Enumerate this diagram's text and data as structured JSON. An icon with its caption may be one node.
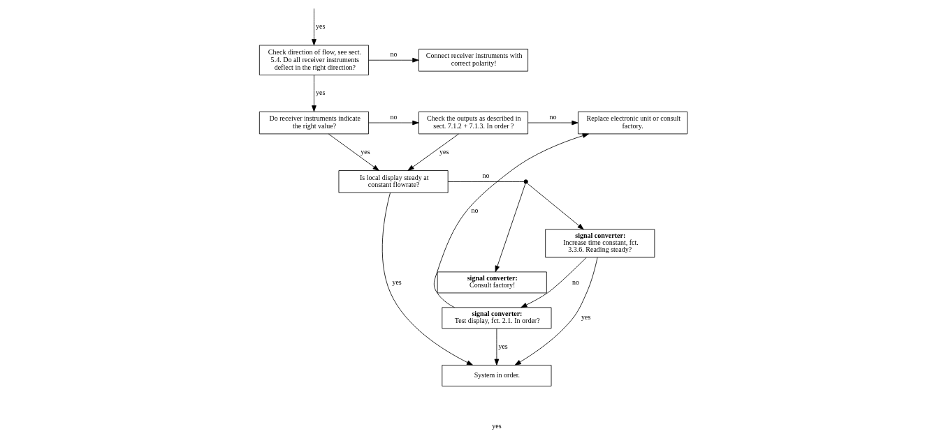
{
  "diagram": {
    "nodes": [
      {
        "text": [
          "Check direction of flow, see sect. 5.4. Do all receiver instruments deflect in the right direction?"
        ]
      },
      {
        "text": [
          "Connect receiver instruments with correct polarity!"
        ]
      },
      {
        "text": [
          "signal converter:",
          "Consult factory!"
        ]
      },
      {
        "text": [
          "Do receiver instruments indicate the right value?"
        ]
      },
      {
        "text": [
          "Check the outputs as described in sect. 7.1.2 + 7.1.3. In order ?"
        ]
      },
      {
        "text": [
          "Replace electronic unit or consult factory."
        ]
      },
      {
        "text": [
          "Is local display steady at constant flowrate?"
        ]
      },
      {
        "text": [
          "signal converter:",
          "Increase time constant, fct. 3.3.6. Reading steady?"
        ]
      },
      {
        "text": [
          "signal converter:",
          "Test display, fct. 2.1. In order?"
        ]
      },
      {
        "text": [
          "System in order."
        ]
      },
      {
        "text": [],
        "shape": "circle"
      }
    ],
    "edges": [
      {
        "from": null,
        "to": 0,
        "arrow": "to",
        "label": "yes"
      },
      {
        "from": 0,
        "to": 1,
        "arrow": "to",
        "label": "no"
      },
      {
        "from": 0,
        "to": 3,
        "arrow": "to",
        "label": "yes"
      },
      {
        "from": 3,
        "to": 4,
        "arrow": "to",
        "label": "no"
      },
      {
        "from": 4,
        "to": 5,
        "arrow": "to",
        "label": "no"
      },
      {
        "from": 4,
        "to": 6,
        "arrow": "to",
        "label": "yes"
      },
      {
        "from": 3,
        "to": 6,
        "arrow": "to",
        "label": "yes"
      },
      {
        "from": 6,
        "to": 10,
        "arrow": "none",
        "label": "no"
      },
      {
        "from": 10,
        "to": 2,
        "arrow": "to"
      },
      {
        "from": 10,
        "to": 7,
        "arrow": "to"
      },
      {
        "from": 7,
        "to": 8,
        "arrow": "to",
        "label": "no"
      },
      {
        "from": 8,
        "to": 5,
        "arrow": "to",
        "label": "no"
      },
      {
        "from": 6,
        "to": 9,
        "arrow": "to",
        "label": "yes"
      },
      {
        "from": 7,
        "to": 9,
        "arrow": "to",
        "label": "yes"
      },
      {
        "from": 8,
        "to": 9,
        "arrow": "to",
        "label": "yes"
      }
    ],
    "labels": [
      "yes"
    ]
  }
}
